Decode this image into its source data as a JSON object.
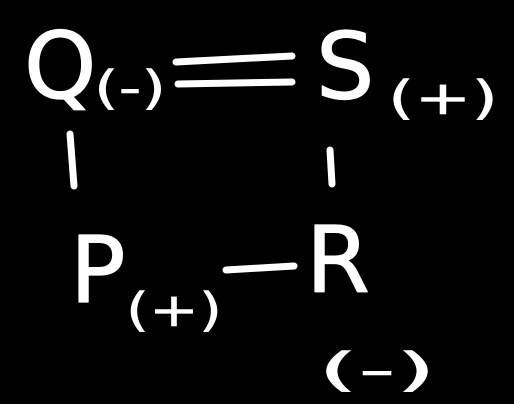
{
  "atoms": {
    "q": {
      "symbol": "Q",
      "charge": "(-)"
    },
    "s": {
      "symbol": "S",
      "charge": "(+)"
    },
    "p": {
      "symbol": "P",
      "charge": "(+)"
    },
    "r": {
      "symbol": "R",
      "charge": "(-)"
    }
  },
  "bonds": [
    {
      "from": "Q",
      "to": "S",
      "order": 2
    },
    {
      "from": "Q",
      "to": "P",
      "order": 1
    },
    {
      "from": "S",
      "to": "R",
      "order": 1
    },
    {
      "from": "P",
      "to": "R",
      "order": 1
    }
  ],
  "colors": {
    "background": "#000000",
    "ink": "#ffffff"
  }
}
